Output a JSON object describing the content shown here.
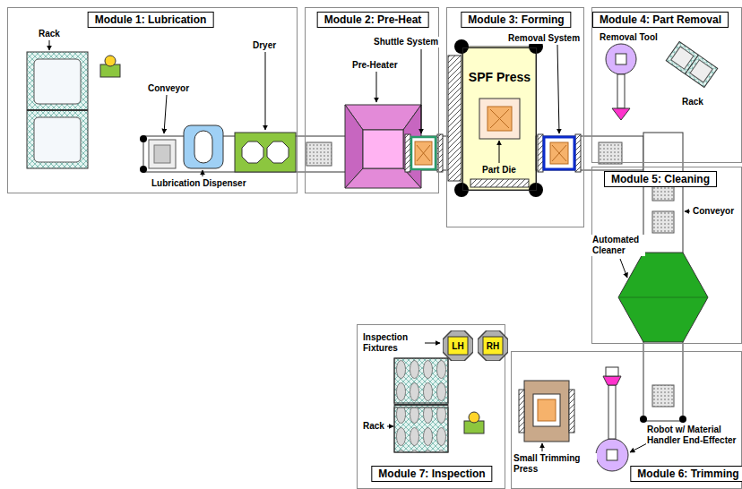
{
  "diagram": {
    "nodes": [
      {
        "text": [
          "Module 1: Lubrication"
        ]
      },
      {
        "text": [
          "Module 2: Pre-Heat"
        ]
      },
      {
        "text": [
          "Module 3: Forming"
        ]
      },
      {
        "text": [
          "SPF Press"
        ],
        "in": 2
      },
      {
        "text": [
          "Module 4: Part Removal"
        ]
      },
      {
        "text": [
          "Module 5: Cleaning"
        ]
      },
      {
        "text": [
          "Module 6: Trimming"
        ]
      },
      {
        "text": [
          "Module 7: Inspection"
        ]
      },
      {
        "text": [
          "LH"
        ],
        "in": 7
      },
      {
        "text": [
          "RH"
        ],
        "in": 7
      }
    ],
    "labels": [
      "Rack",
      "Conveyor",
      "Dryer",
      "Lubrication Dispenser",
      "Pre-Heater",
      "Shuttle System",
      "Removal System",
      "Part Die",
      "Removal Tool",
      "Rack",
      "Conveyor",
      "Automated Cleaner",
      "Robot w/ Material Handler End-Effecter",
      "Small Trimming Press",
      "Inspection Fixtures",
      "Rack"
    ]
  }
}
